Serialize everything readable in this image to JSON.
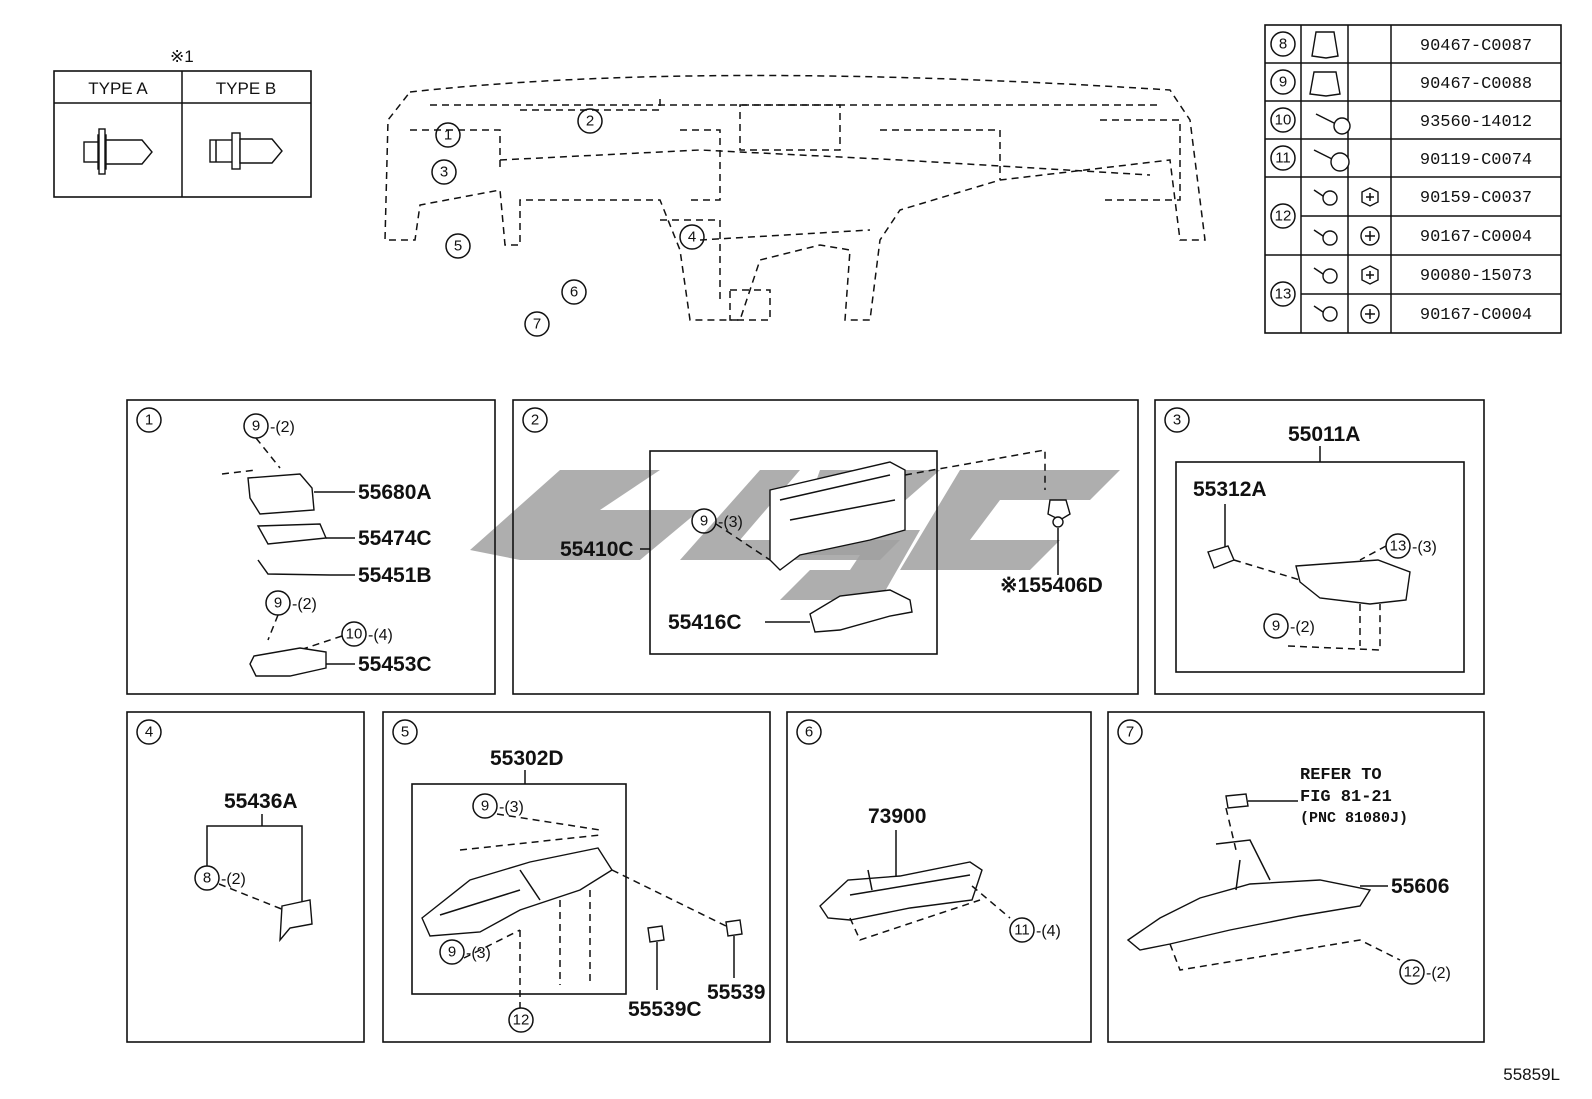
{
  "note_marker": "※1",
  "clip_types": {
    "type_a": "TYPE A",
    "type_b": "TYPE B"
  },
  "overview_callouts": [
    "1",
    "2",
    "3",
    "4",
    "5",
    "6",
    "7"
  ],
  "fastener_table": [
    {
      "ref": "8",
      "part_numbers": [
        "90467-C0087"
      ]
    },
    {
      "ref": "9",
      "part_numbers": [
        "90467-C0088"
      ]
    },
    {
      "ref": "10",
      "part_numbers": [
        "93560-14012"
      ]
    },
    {
      "ref": "11",
      "part_numbers": [
        "90119-C0074"
      ]
    },
    {
      "ref": "12",
      "part_numbers": [
        "90159-C0037",
        "90167-C0004"
      ]
    },
    {
      "ref": "13",
      "part_numbers": [
        "90080-15073",
        "90167-C0004"
      ]
    }
  ],
  "panels": {
    "p1": {
      "label": "1",
      "parts": [
        "55680A",
        "55474C",
        "55451B",
        "55453C"
      ],
      "refs": {
        "r1": "9",
        "r1_qty": "-(2)",
        "r2": "9",
        "r2_qty": "-(2)",
        "r3": "10",
        "r3_qty": "-(4)"
      }
    },
    "p2": {
      "label": "2",
      "parts": [
        "55410C",
        "55416C",
        "55406D"
      ],
      "refs": {
        "r1": "9",
        "r1_qty": "-(3)"
      }
    },
    "p3": {
      "label": "3",
      "parts": [
        "55011A",
        "55312A"
      ],
      "refs": {
        "r1": "13",
        "r1_qty": "-(3)",
        "r2": "9",
        "r2_qty": "-(2)"
      }
    },
    "p4": {
      "label": "4",
      "parts": [
        "55436A"
      ],
      "refs": {
        "r1": "8",
        "r1_qty": "-(2)"
      }
    },
    "p5": {
      "label": "5",
      "parts": [
        "55302D",
        "55539C",
        "55539"
      ],
      "refs": {
        "r1": "9",
        "r1_qty": "-(3)",
        "r2": "9",
        "r2_qty": "-(3)",
        "r3": "12"
      }
    },
    "p6": {
      "label": "6",
      "parts": [
        "73900"
      ],
      "refs": {
        "r1": "11",
        "r1_qty": "-(4)"
      }
    },
    "p7": {
      "label": "7",
      "parts": [
        "55606"
      ],
      "reference_note": [
        "REFER TO",
        "FIG 81-21",
        "(PNC 81080J)"
      ],
      "refs": {
        "r1": "12",
        "r1_qty": "-(2)"
      }
    }
  },
  "figure_code": "55859L"
}
